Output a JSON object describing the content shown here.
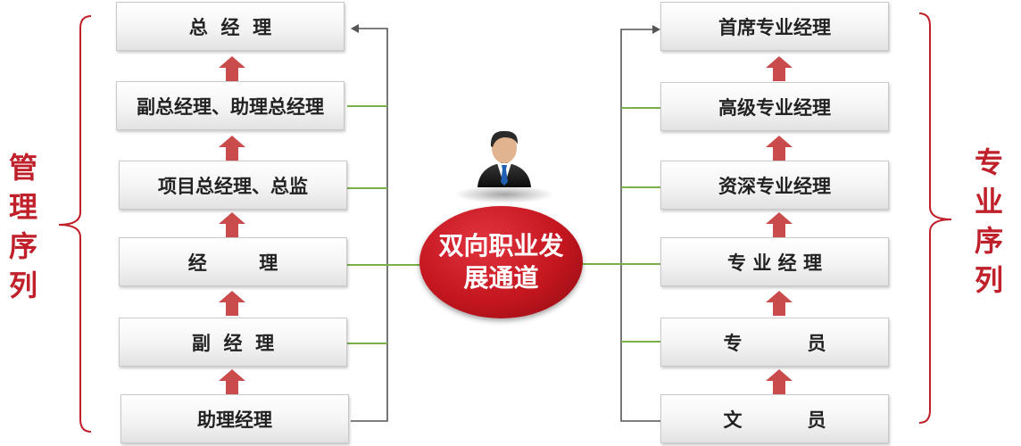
{
  "management": {
    "label": "管\n理\n序\n列",
    "levels": [
      "总  经  理",
      "副总经理、助理总经理",
      "项目总经理、总监",
      "经        理",
      "副  经  理",
      "助理经理"
    ]
  },
  "professional": {
    "label": "专\n业\n序\n列",
    "levels": [
      "首席专业经理",
      "高级专业经理",
      "资深专业经理",
      "专 业 经 理",
      "专          员",
      "文          员"
    ]
  },
  "center": {
    "title": "双向职业发\n展通道"
  },
  "icons": {
    "center_person": "businessman-icon",
    "arrow": "up-arrow-icon"
  },
  "colors": {
    "accent_red": "#c0202a",
    "arrow_red": "#c94b4b",
    "connector_green": "#7ab04a",
    "connector_gray": "#555555"
  }
}
